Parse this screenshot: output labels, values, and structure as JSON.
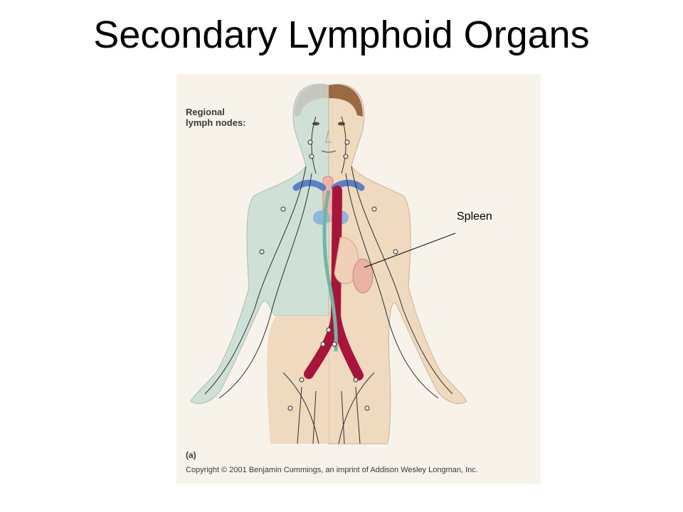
{
  "slide": {
    "title": "Secondary Lymphoid Organs"
  },
  "figure": {
    "regional_label": "Regional\nlymph nodes:",
    "panel_letter": "(a)",
    "copyright": "Copyright © 2001 Benjamin Cummings, an imprint of Addison Wesley Longman, Inc.",
    "callouts": {
      "spleen": "Spleen"
    },
    "colors": {
      "background": "#f7f2ea",
      "skin": "#efd9bf",
      "skin_left_side": "#cfe0d6",
      "hair": "#9a6a45",
      "aorta": "#a8143a",
      "vein_blue": "#5b80c4",
      "lymph_vessel": "#2f2f2f",
      "green_duct": "#6fb7a3",
      "spleen": "#e9b3a4"
    }
  }
}
